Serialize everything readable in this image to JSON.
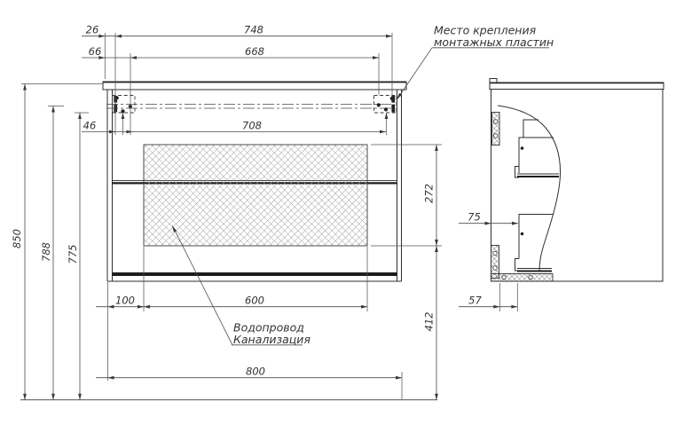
{
  "drawing": {
    "type": "furniture technical drawing, front and side views of wall-hung vanity cabinet",
    "background": "#ffffff",
    "colors": {
      "main_lines": "#2e2e2e",
      "dimension_lines": "#4a4a4a",
      "text": "#333333",
      "hatch": "#8c8c8c"
    },
    "dims": {
      "d26": "26",
      "d748": "748",
      "d66": "66",
      "d668": "668",
      "d46": "46",
      "d708": "708",
      "d850": "850",
      "d788": "788",
      "d775": "775",
      "d100": "100",
      "d600": "600",
      "d800": "800",
      "d272": "272",
      "d412": "412",
      "d75": "75",
      "d57": "57"
    },
    "annotations": {
      "mounting_line1": "Место крепления",
      "mounting_line2": "монтажных пластин",
      "plumbing_line1": "Водопровод",
      "plumbing_line2": "Канализация"
    }
  }
}
